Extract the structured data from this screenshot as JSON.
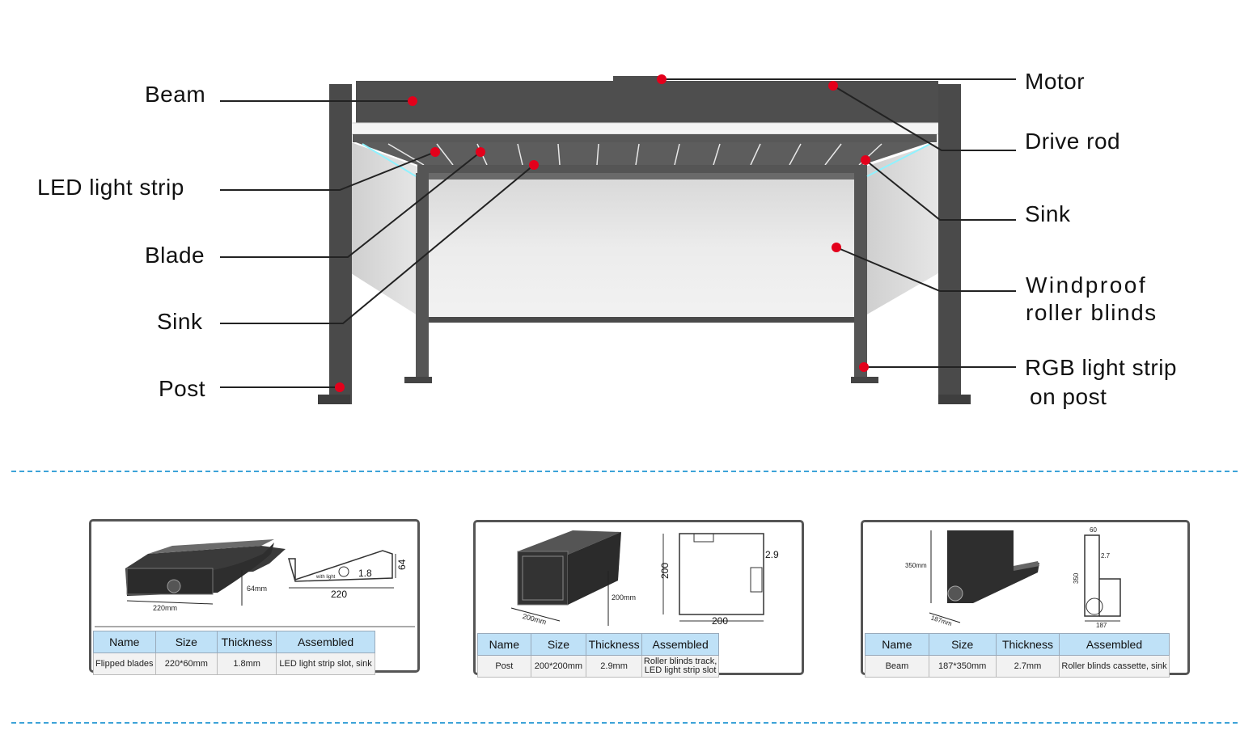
{
  "callouts_left": [
    {
      "id": "beam",
      "label": "Beam"
    },
    {
      "id": "led",
      "label": "LED light strip"
    },
    {
      "id": "blade",
      "label": "Blade"
    },
    {
      "id": "sink_left",
      "label": "Sink"
    },
    {
      "id": "post",
      "label": "Post"
    }
  ],
  "callouts_right": [
    {
      "id": "motor",
      "label": "Motor"
    },
    {
      "id": "drive_rod",
      "label": "Drive rod"
    },
    {
      "id": "sink_right",
      "label": "Sink"
    },
    {
      "id": "blinds",
      "label": "Windproof",
      "label2": "roller blinds"
    },
    {
      "id": "rgb",
      "label": "RGB light strip",
      "label2": "on post"
    }
  ],
  "colors": {
    "marker": "#e3001b",
    "frame": "#4a4a4a",
    "divider": "#3da3d8",
    "table_header": "#bfe1f7"
  },
  "profiles": [
    {
      "id": "blade",
      "dims": {
        "width": "220mm",
        "height": "64mm",
        "drawing_width": "220",
        "drawing_height": "64",
        "thickness_mark": "1.8",
        "note": "with light"
      },
      "headers": [
        "Name",
        "Size",
        "Thickness",
        "Assembled"
      ],
      "row": [
        "Flipped blades",
        "220*60mm",
        "1.8mm",
        "LED light strip slot, sink"
      ]
    },
    {
      "id": "post",
      "dims": {
        "width": "200mm",
        "height": "200mm",
        "drawing_width": "200",
        "drawing_height": "200",
        "thickness_mark": "2.9"
      },
      "headers": [
        "Name",
        "Size",
        "Thickness",
        "Assembled"
      ],
      "row": [
        "Post",
        "200*200mm",
        "2.9mm",
        "Roller blinds track,",
        "LED light strip slot"
      ]
    },
    {
      "id": "beam",
      "dims": {
        "width": "187mm",
        "height": "350mm",
        "drawing_width": "187",
        "drawing_height": "350",
        "top": "60",
        "thickness_mark": "2.7"
      },
      "headers": [
        "Name",
        "Size",
        "Thickness",
        "Assembled"
      ],
      "row": [
        "Beam",
        "187*350mm",
        "2.7mm",
        "Roller blinds cassette, sink"
      ]
    }
  ]
}
